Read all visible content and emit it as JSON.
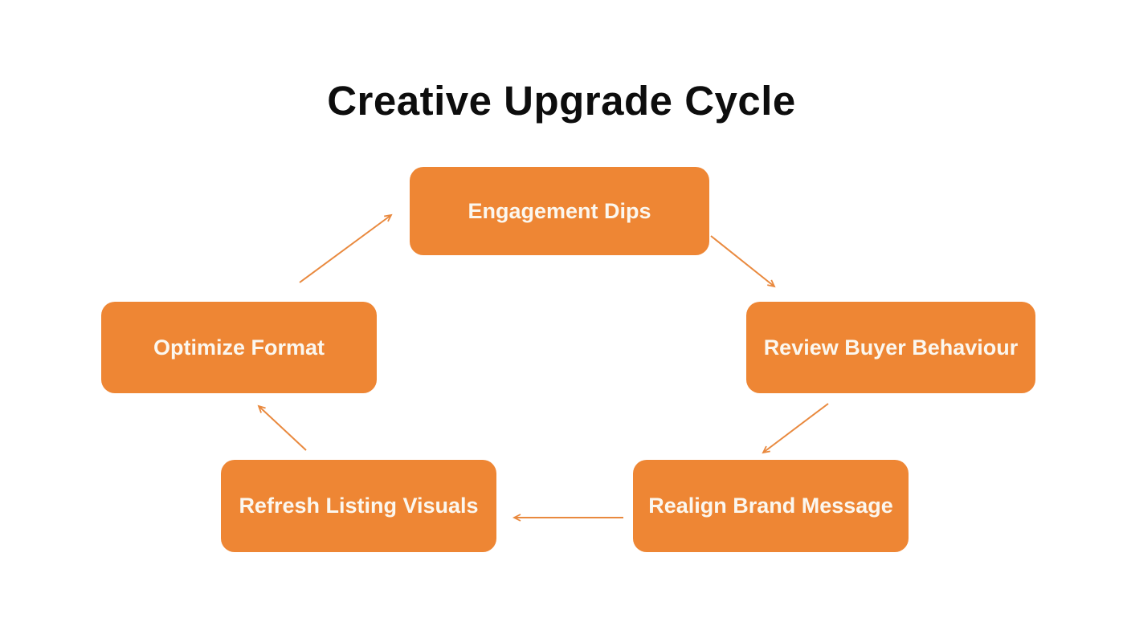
{
  "title": "Creative Upgrade Cycle",
  "colors": {
    "background": "#FFFFFF",
    "title_text": "#0D0D0D",
    "node_fill": "#EE8634",
    "node_text": "#FBF7EF",
    "arrow": "#E9893E"
  },
  "diagram": {
    "type": "cycle",
    "nodes": [
      {
        "id": 1,
        "label": "Engagement Dips",
        "position": "top-center"
      },
      {
        "id": 2,
        "label": "Review Buyer Behaviour",
        "position": "right"
      },
      {
        "id": 3,
        "label": "Realign Brand Message",
        "position": "bottom-right"
      },
      {
        "id": 4,
        "label": "Refresh Listing Visuals",
        "position": "bottom-left"
      },
      {
        "id": 5,
        "label": "Optimize Format",
        "position": "left"
      }
    ],
    "edges": [
      {
        "from": "Engagement Dips",
        "to": "Review Buyer Behaviour"
      },
      {
        "from": "Review Buyer Behaviour",
        "to": "Realign Brand Message"
      },
      {
        "from": "Realign Brand Message",
        "to": "Refresh Listing Visuals"
      },
      {
        "from": "Refresh Listing Visuals",
        "to": "Optimize Format"
      },
      {
        "from": "Optimize Format",
        "to": "Engagement Dips"
      }
    ]
  }
}
